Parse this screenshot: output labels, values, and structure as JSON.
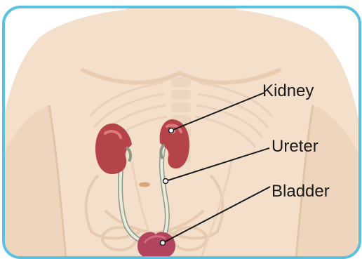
{
  "figure": {
    "labels": {
      "kidney": "Kidney",
      "ureter": "Ureter",
      "bladder": "Bladder"
    }
  },
  "colors": {
    "frame": "#5bc1e0",
    "skin": "#f3dfca",
    "skin_shade": "#e8cdb3",
    "kidney": "#b5444a",
    "kidney_highlight": "#e07a7c",
    "bladder": "#b3445e",
    "ureter_tube": "#e9ecdf",
    "ureter_outline": "#8e9887",
    "leader_line": "#1a1a1a"
  }
}
